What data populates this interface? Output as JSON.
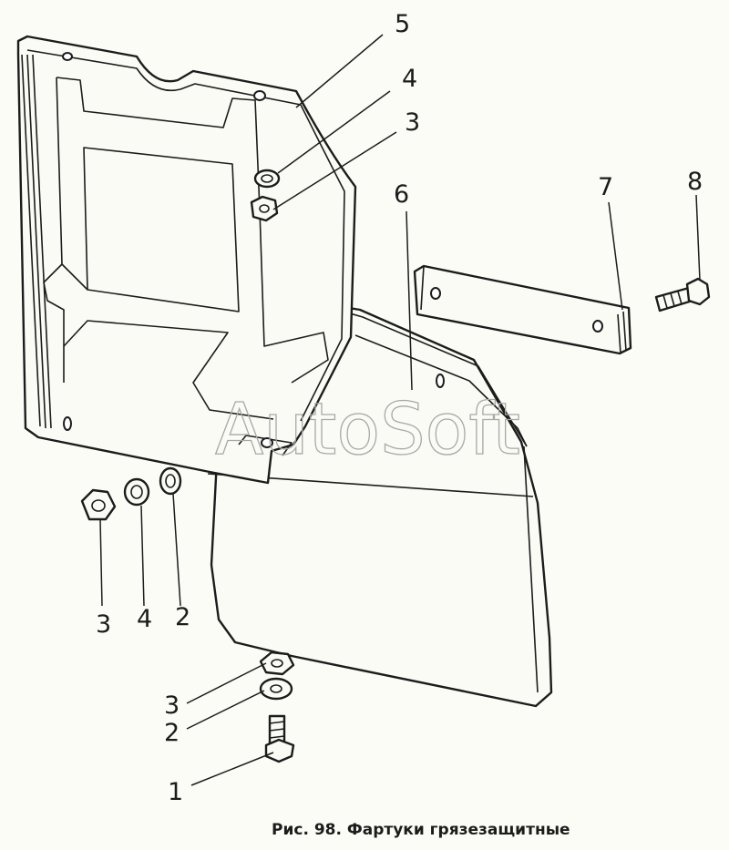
{
  "watermark": "AutoSoft",
  "caption": "Рис. 98. Фартуки грязезащитные",
  "callouts": {
    "c1": "1",
    "c2_left": "2",
    "c2_bottom": "2",
    "c3_left": "3",
    "c3_bottom": "3",
    "c3_top": "3",
    "c4_left": "4",
    "c4_top": "4",
    "c5": "5",
    "c6": "6",
    "c7": "7",
    "c8": "8"
  },
  "colors": {
    "ink": "#1c1c1c",
    "paper": "#fcfcf7",
    "watermark": "#a8a8a8"
  }
}
